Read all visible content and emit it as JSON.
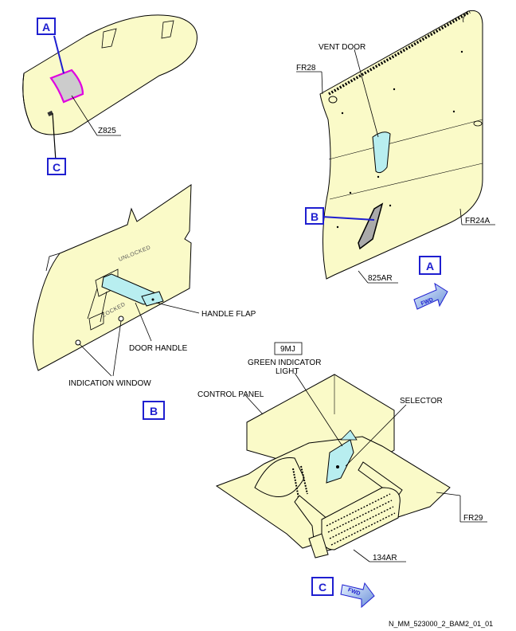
{
  "callouts": {
    "a_main": "A",
    "c_main": "C",
    "a_view": "A",
    "b_view": "B",
    "b_ref": "B",
    "c_view": "C"
  },
  "labels": {
    "z825": "Z825",
    "vent_door": "VENT DOOR",
    "fr28": "FR28",
    "fr24a": "FR24A",
    "ar825": "825AR",
    "handle_flap": "HANDLE FLAP",
    "door_handle": "DOOR HANDLE",
    "indication_window": "INDICATION WINDOW",
    "unlocked": "UNLOCKED",
    "locked": "LOCKED",
    "mj9": "9MJ",
    "green_light_1": "GREEN INDICATOR",
    "green_light_2": "LIGHT",
    "control_panel": "CONTROL PANEL",
    "selector": "SELECTOR",
    "fr29": "FR29",
    "ar134": "134AR",
    "fwd_a": "FWD",
    "fwd_c": "FWD"
  },
  "footer_ref": "N_MM_523000_2_BAM2_01_01",
  "colors": {
    "panel_fill": "#fafac8",
    "highlight_fill": "#b8eef0",
    "callout_blue": "#1f1fd0",
    "magenta": "#e000e0"
  }
}
